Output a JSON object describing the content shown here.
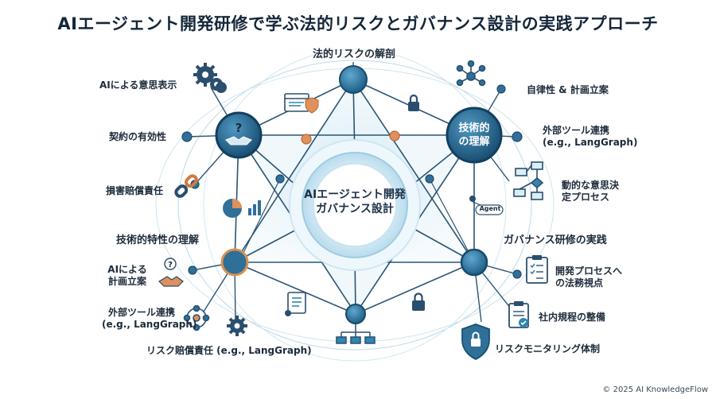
{
  "title": "AIエージェント開発研修で学ぶ法的リスクとガバナンス設計の実践アプローチ",
  "center": {
    "line1": "AIエージェント開発",
    "line2": "ガバナンス設計"
  },
  "top_label": "法的リスクの解剖",
  "left_upper": {
    "items": [
      "AIによる意思表示",
      "契約の有効性",
      "損害賠償責任"
    ],
    "icons": [
      "gears-icon",
      "handshake-icon",
      "broken-chain-icon"
    ]
  },
  "left_lower": {
    "section": "技術的特性の理解",
    "items": [
      {
        "line1": "AIによる",
        "line2": "計画立案"
      },
      {
        "line1": "外部ツール連携",
        "line2": "(e.g., LangGraph)"
      }
    ],
    "bottom": "リスク賠償責任 (e.g., LangGraph)"
  },
  "right_upper": {
    "hub": {
      "line1": "技術的",
      "line2": "の理解"
    },
    "items": [
      {
        "line1": "自律性 & 計画立案",
        "line2": ""
      },
      {
        "line1": "外部ツール連携",
        "line2": "(e.g., LangGraph)"
      },
      {
        "line1": "動的な意思決",
        "line2": "定プロセス"
      }
    ]
  },
  "right_lower": {
    "section": "ガバナンス研修の実践",
    "items": [
      {
        "line1": "開発プロセスへ",
        "line2": "の法務視点"
      },
      {
        "line1": "社内規程の整備",
        "line2": ""
      },
      {
        "line1": "リスクモニタリング体制",
        "line2": ""
      }
    ]
  },
  "agent_tag": "Agent",
  "footer": "© 2025 AI KnowledgeFlow",
  "colors": {
    "primary": "#1f5f86",
    "accent": "#2f86b0",
    "light": "#cfe6f2",
    "orange": "#e0905a"
  }
}
